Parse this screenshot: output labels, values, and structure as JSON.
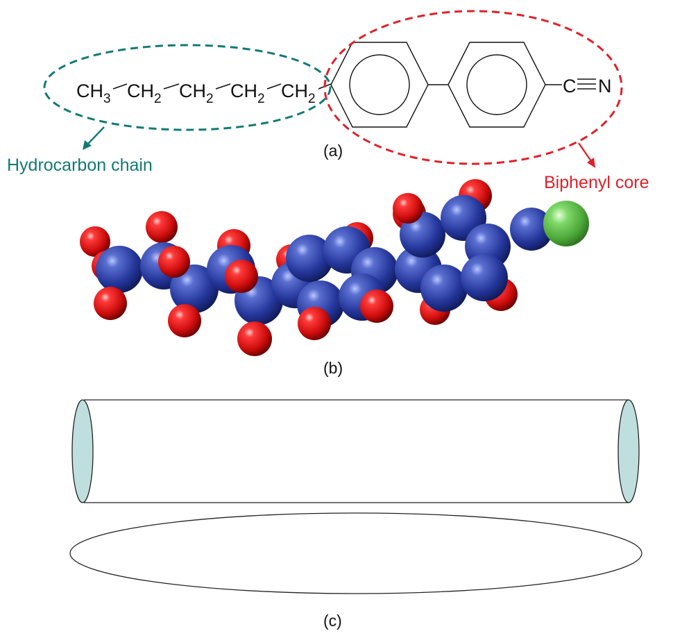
{
  "formula": {
    "groups": [
      {
        "main": "CH",
        "sub": "3"
      },
      {
        "main": "CH",
        "sub": "2"
      },
      {
        "main": "CH",
        "sub": "2"
      },
      {
        "main": "CH",
        "sub": "2"
      },
      {
        "main": "CH",
        "sub": "2"
      }
    ],
    "nitrile_carbon": "C",
    "nitrile_nitrogen": "N"
  },
  "labels": {
    "panel_a": "(a)",
    "panel_b": "(b)",
    "panel_c": "(c)",
    "hydrocarbon_chain": "Hydrocarbon chain",
    "biphenyl_core": "Biphenyl core"
  },
  "colors": {
    "chain_callout": "#117a74",
    "core_callout": "#e0202a",
    "carbon_atom": "#2d3f9c",
    "hydrogen_atom": "#d40f0f",
    "nitrogen_atom": "#5fc24a",
    "cylinder_end": "#bfdede"
  }
}
